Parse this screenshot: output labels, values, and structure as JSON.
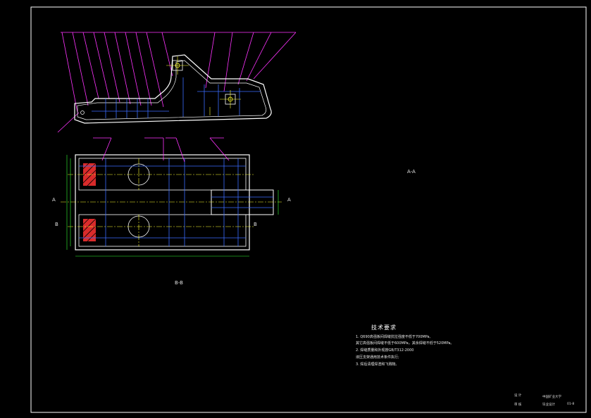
{
  "drawing": {
    "section_labels": {
      "aa": "A-A",
      "bb": "B-B",
      "a_left": "A",
      "a_right": "A",
      "b_left": "B",
      "b_right": "B"
    },
    "tech_requirements": {
      "title": "技术要求",
      "lines": [
        "1. Q690高强板间焊缝抗拉强度不低于700MPa,",
        "   其它高强板间焊缝不低于600MPa，其余焊缝不低于520MPa。",
        "2. 焊缝质量和外观按GB/T312-2000",
        "   液压支架通用技术条件执行;",
        "3. 焊后清理焊渣和飞溅物。"
      ]
    },
    "title_block": {
      "designer_label": "设 计",
      "check_label": "审 核",
      "school_line1": "中国矿业大学",
      "school_line2": "毕业设计",
      "sheet_no": "01-8"
    },
    "colors": {
      "background": "#000000",
      "outline": "#ffffff",
      "hidden": "#3a6cff",
      "leader": "#ff33ff",
      "center": "#ffff33",
      "dim": "#33ff33",
      "hatch": "#ff3333"
    }
  }
}
